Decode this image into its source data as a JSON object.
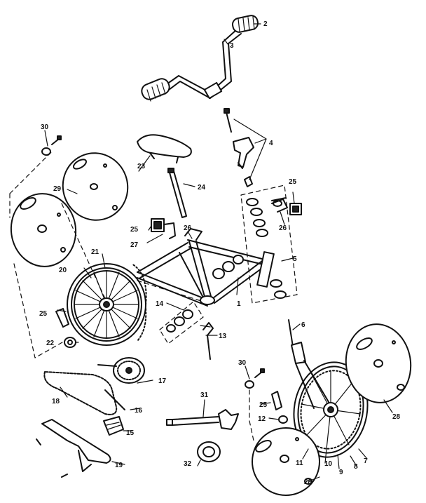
{
  "callouts": {
    "c1": "1",
    "c2": "2",
    "c3": "3",
    "c4": "4",
    "c5": "5",
    "c6": "6",
    "c7": "7",
    "c8": "8",
    "c9": "9",
    "c10": "10",
    "c11": "11",
    "c12": "12",
    "c13": "13",
    "c14": "14",
    "c15": "15",
    "c16": "16",
    "c17": "17",
    "c18": "18",
    "c19": "19",
    "c20": "20",
    "c21": "21",
    "c22": "22",
    "c23": "23",
    "c24": "24",
    "c25a": "25",
    "c25b": "25",
    "c25c": "25",
    "c25d": "25",
    "c26a": "26",
    "c26b": "26",
    "c27": "27",
    "c28a": "28",
    "c28b": "28",
    "c29": "29",
    "c30a": "30",
    "c30b": "30",
    "c31": "31",
    "c32": "32"
  }
}
